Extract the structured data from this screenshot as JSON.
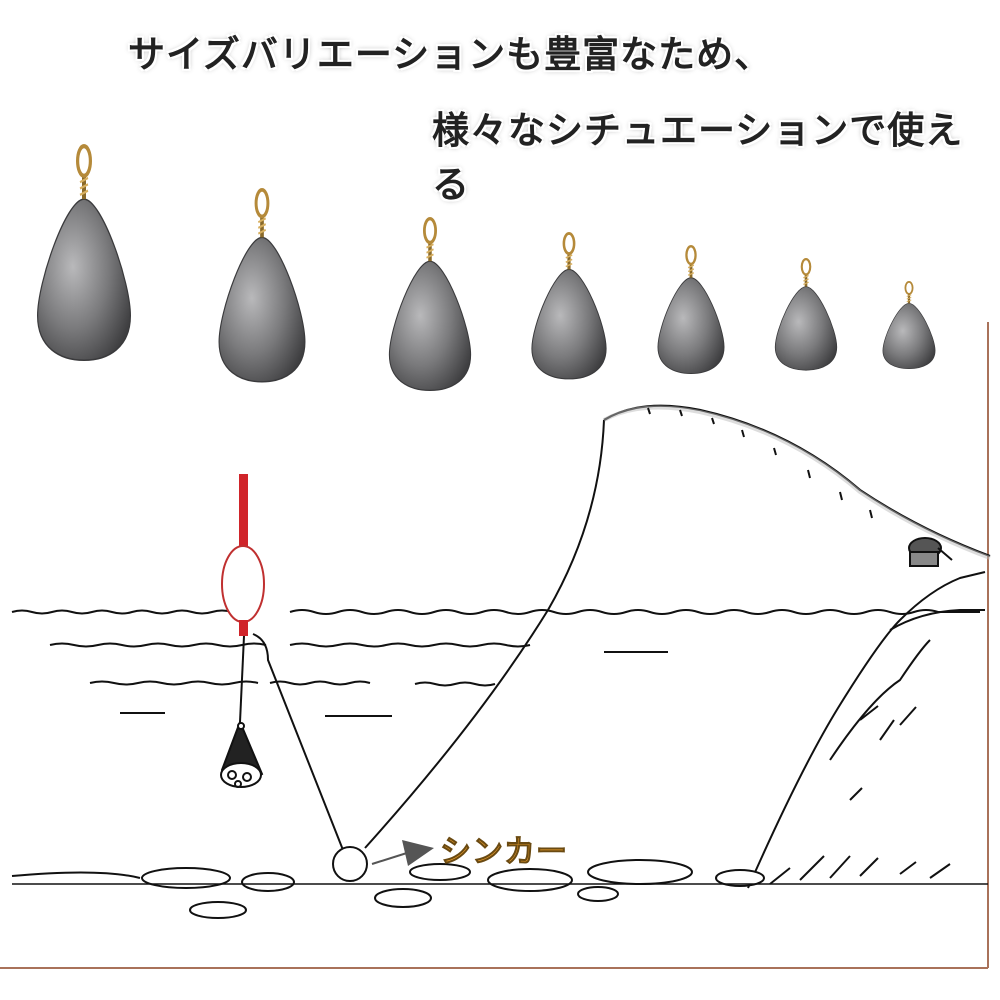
{
  "headline": {
    "line1": "サイズバリエーションも豊富なため、",
    "line2": "様々なシチュエーションで使える"
  },
  "diagram": {
    "callout_label": "シンカー"
  },
  "sinker_count": 7,
  "colors": {
    "sinker_body": "#7a7a7c",
    "eyelet": "#b58a3a",
    "float_top": "#d0242a",
    "callout_text": "#f2a12b",
    "line_art": "#111111"
  },
  "icons": [
    "sinker-icon",
    "float-icon",
    "fishing-rod-icon",
    "reel-icon",
    "arrow-right-icon"
  ]
}
